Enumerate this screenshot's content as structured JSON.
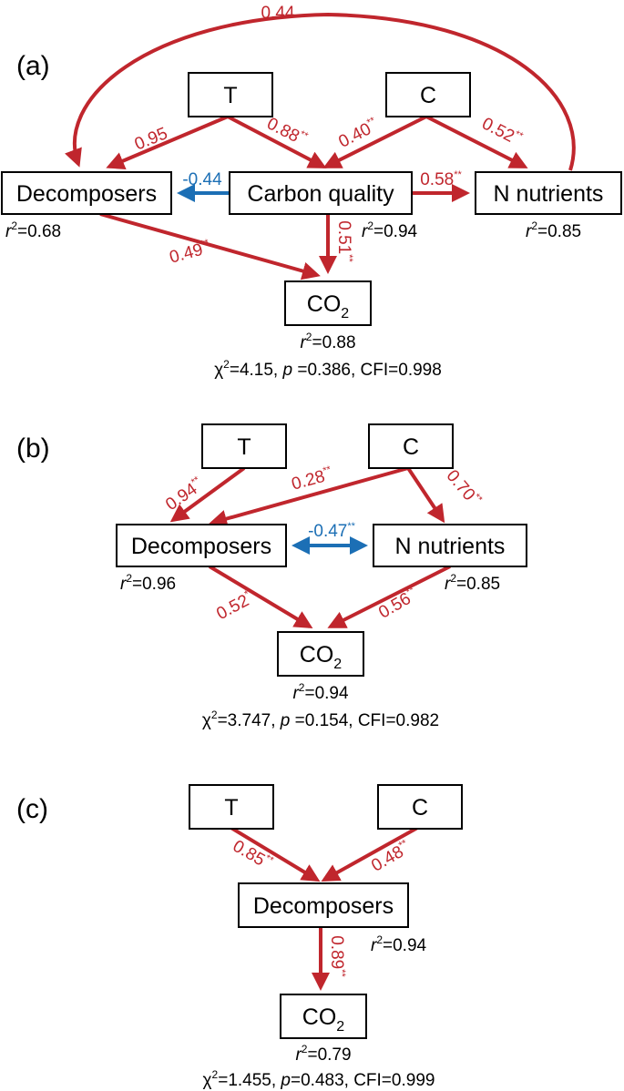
{
  "colors": {
    "positive": "#C0262D",
    "negative": "#1C6FB5",
    "box_border": "#000000"
  },
  "panels": {
    "a": {
      "label": "(a)",
      "nodes": {
        "T": "T",
        "C": "C",
        "decomposers": "Decomposers",
        "carbon_quality": "Carbon quality",
        "n_nutrients": "N nutrients",
        "co2_base": "CO",
        "co2_sub": "2"
      },
      "r2": {
        "prefix": "r",
        "sup": "2",
        "decomposers": "=0.68",
        "carbon_quality": "=0.94",
        "n_nutrients": "=0.85",
        "co2": "=0.88"
      },
      "paths": {
        "c_to_decomposers": {
          "value": "0.44",
          "stars": ""
        },
        "t_to_decomposers": {
          "value": "0.95",
          "stars": ""
        },
        "t_to_carbon": {
          "value": "0.88",
          "stars": "**"
        },
        "c_to_carbon": {
          "value": "0.40",
          "stars": "**"
        },
        "c_to_nutrients": {
          "value": "0.52",
          "stars": "**"
        },
        "carbon_to_decomposers": {
          "value": "-0.44",
          "stars": ""
        },
        "carbon_to_nutrients": {
          "value": "0.58",
          "stars": "**"
        },
        "carbon_to_co2": {
          "value": "0.51",
          "stars": "**"
        },
        "decomposers_to_co2": {
          "value": "0.49",
          "stars": "**"
        }
      },
      "fit": {
        "chi": "χ",
        "chi_sup": "2",
        "chi_val": "=4.15, ",
        "p": "p",
        "p_val": " =0.386, CFI=0.998"
      }
    },
    "b": {
      "label": "(b)",
      "nodes": {
        "T": "T",
        "C": "C",
        "decomposers": "Decomposers",
        "n_nutrients": "N nutrients",
        "co2_base": "CO",
        "co2_sub": "2"
      },
      "r2": {
        "prefix": "r",
        "sup": "2",
        "decomposers": "=0.96",
        "n_nutrients": "=0.85",
        "co2": "=0.94"
      },
      "paths": {
        "t_to_decomposers": {
          "value": "0.94",
          "stars": "**"
        },
        "c_to_decomposers": {
          "value": "0.28",
          "stars": "**"
        },
        "c_to_nutrients": {
          "value": "0.70",
          "stars": "**"
        },
        "decomposers_nutrients": {
          "value": "-0.47",
          "stars": "**"
        },
        "decomposers_to_co2": {
          "value": "0.52",
          "stars": "**"
        },
        "nutrients_to_co2": {
          "value": "0.56",
          "stars": "**"
        }
      },
      "fit": {
        "chi": "χ",
        "chi_sup": "2",
        "chi_val": "=3.747, ",
        "p": "p",
        "p_val": " =0.154, CFI=0.982"
      }
    },
    "c": {
      "label": "(c)",
      "nodes": {
        "T": "T",
        "C": "C",
        "decomposers": "Decomposers",
        "co2_base": "CO",
        "co2_sub": "2"
      },
      "r2": {
        "prefix": "r",
        "sup": "2",
        "decomposers": "=0.94",
        "co2": "=0.79"
      },
      "paths": {
        "t_to_decomposers": {
          "value": "0.85",
          "stars": "**"
        },
        "c_to_decomposers": {
          "value": "0.48",
          "stars": "**"
        },
        "decomposers_to_co2": {
          "value": "0.89",
          "stars": "**"
        }
      },
      "fit": {
        "chi": "χ",
        "chi_sup": "2",
        "chi_val": "=1.455, ",
        "p": "p",
        "p_val": "=0.483, CFI=0.999"
      }
    }
  }
}
